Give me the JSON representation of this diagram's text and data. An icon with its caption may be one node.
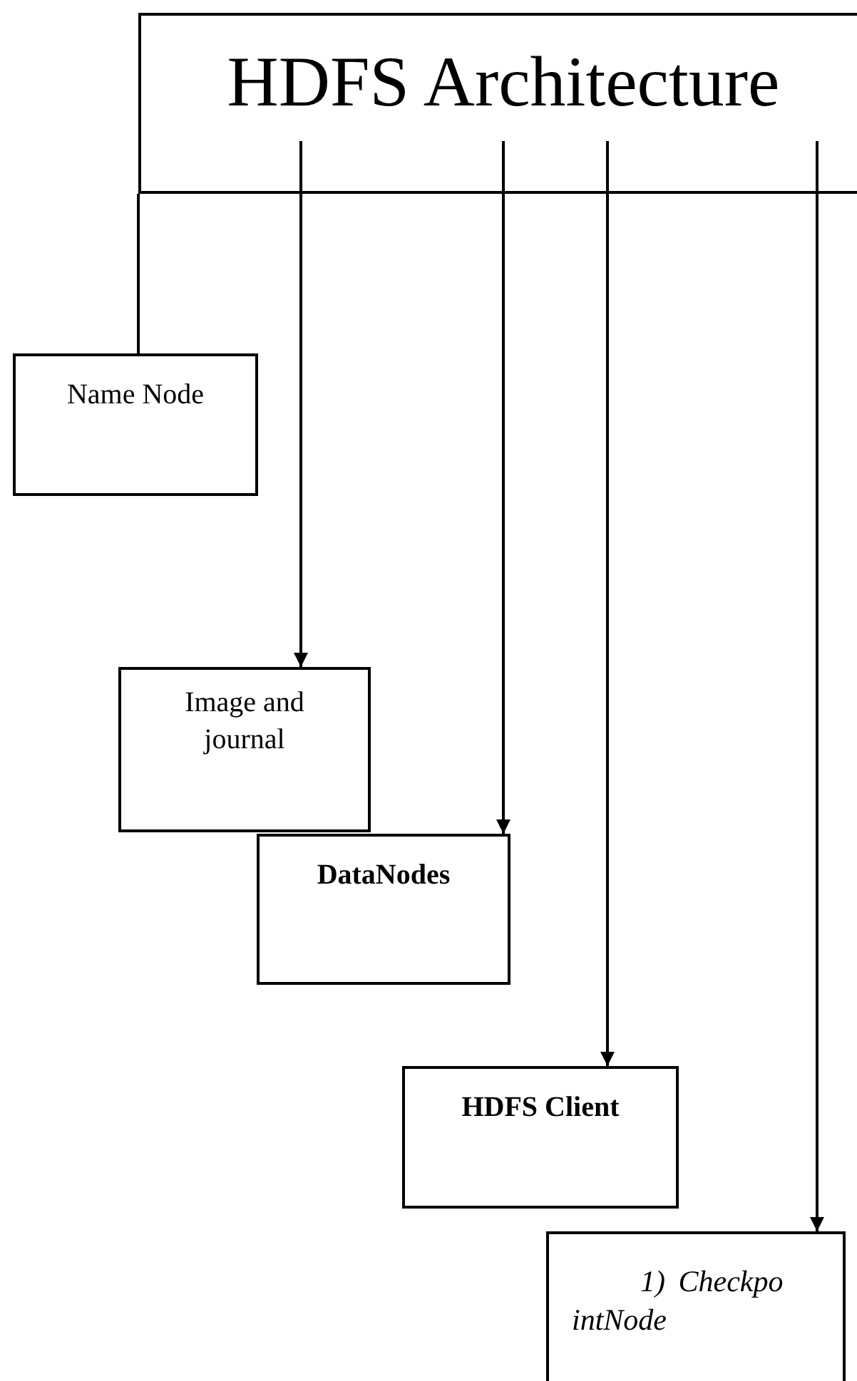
{
  "diagram": {
    "nodes": [
      {
        "text": [
          "HDFS Architecture"
        ]
      },
      {
        "text": [
          "Name Node"
        ]
      },
      {
        "text": [
          "Image and journal"
        ]
      },
      {
        "text": [
          "DataNodes"
        ]
      },
      {
        "text": [
          "HDFS Client"
        ]
      },
      {
        "text": [
          "1) Checkpo intNode"
        ]
      }
    ],
    "edges": [
      {
        "from": 0,
        "to": 1,
        "arrow": "none"
      },
      {
        "from": 0,
        "to": 2,
        "arrow": "to"
      },
      {
        "from": 0,
        "to": 3,
        "arrow": "to"
      },
      {
        "from": 0,
        "to": 4,
        "arrow": "to"
      },
      {
        "from": 0,
        "to": 5,
        "arrow": "to"
      }
    ]
  }
}
